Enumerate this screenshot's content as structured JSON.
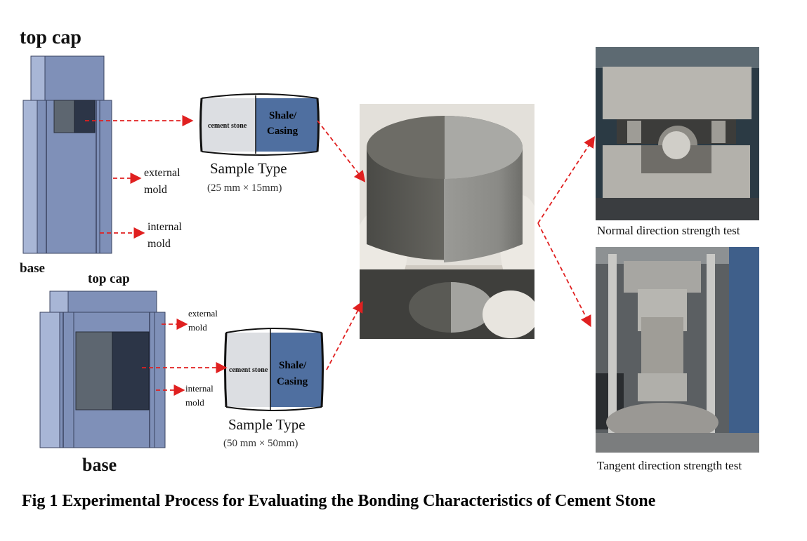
{
  "mold_top": {
    "top_cap": "top cap",
    "base": "base",
    "external_mold": [
      "external",
      "mold"
    ],
    "internal_mold": [
      "internal",
      "mold"
    ]
  },
  "mold_bottom": {
    "top_cap": "top cap",
    "base": "base",
    "external_mold": [
      "external",
      "mold"
    ],
    "internal_mold": [
      "internal",
      "mold"
    ]
  },
  "sample_small": {
    "left_label": "cement stone",
    "right_label": [
      "Shale/",
      "Casing"
    ],
    "title": "Sample Type",
    "size": "(25 mm × 15mm)"
  },
  "sample_large": {
    "left_label": "cement stone",
    "right_label": [
      "Shale/",
      "Casing"
    ],
    "title": "Sample Type",
    "size": "(50 mm × 50mm)"
  },
  "tests": {
    "normal": "Normal direction strength test",
    "tangent": "Tangent direction strength test"
  },
  "caption": "Fig 1 Experimental Process for Evaluating the Bonding Characteristics of Cement Stone",
  "colors": {
    "mold_body": "#7f90b8",
    "mold_dark": "#5f6f98",
    "mold_light": "#a8b6d6",
    "cement_block": "#5d6670",
    "shale_block": "#2c3547",
    "shale_fill": "#4f6fa0",
    "cement_fill": "#dcdee2",
    "arrow": "#e02020"
  }
}
